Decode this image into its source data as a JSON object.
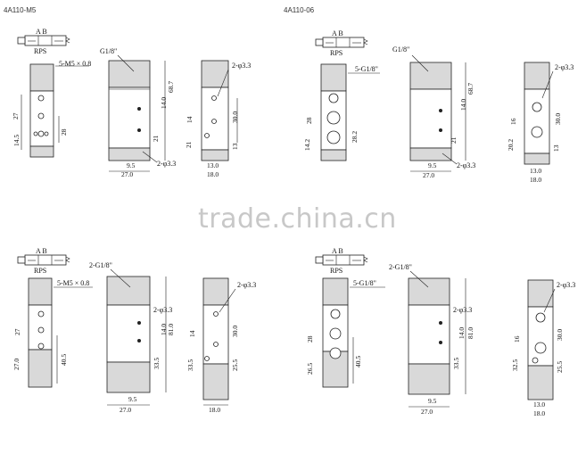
{
  "watermark": "trade.china.cn",
  "panels": [
    {
      "title": "4A110-M5",
      "symbol": {
        "ports_top": "A B",
        "ports_bottom": "RPS"
      },
      "port_callout": "5-M5 × 0.8",
      "side_callout": "G1/8\"",
      "mount_callout": "2-φ3.3",
      "mount_callout_bottom": "2-φ3.3",
      "front_dims": [
        "27",
        "14.5",
        "28"
      ],
      "side_dims": [
        "14.0",
        "68.7",
        "21",
        "9.5",
        "27.0"
      ],
      "end_dims": [
        "30.0",
        "14",
        "21",
        "13",
        "13.0",
        "18.0"
      ]
    },
    {
      "title": "4A110-06",
      "symbol": {
        "ports_top": "A B",
        "ports_bottom": "RPS"
      },
      "port_callout": "5-G1/8\"",
      "side_callout": "G1/8\"",
      "mount_callout": "2-φ3.3",
      "mount_callout_bottom": "2-φ3.3",
      "front_dims": [
        "28",
        "14.2",
        "28.2"
      ],
      "side_dims": [
        "14.0",
        "68.7",
        "21",
        "9.5",
        "27.0"
      ],
      "end_dims": [
        "30.0",
        "16",
        "20.2",
        "13",
        "13.0",
        "18.0"
      ]
    },
    {
      "title": "",
      "symbol": {
        "ports_top": "A B",
        "ports_bottom": "RPS"
      },
      "port_callout": "5-M5 × 0.8",
      "side_callout": "2-G1/8\"",
      "mount_callout": "2-φ3.3",
      "front_dims": [
        "27",
        "27.0",
        "40.5"
      ],
      "side_dims": [
        "14.0",
        "81.0",
        "33.5",
        "9.5",
        "27.0"
      ],
      "end_dims": [
        "30.0",
        "14",
        "33.5",
        "25.5",
        "18.0"
      ]
    },
    {
      "title": "",
      "symbol": {
        "ports_top": "A B",
        "ports_bottom": "RPS"
      },
      "port_callout": "5-G1/8\"",
      "side_callout": "2-G1/8\"",
      "mount_callout": "2-φ3.3",
      "front_dims": [
        "28",
        "26.5",
        "40.5"
      ],
      "side_dims": [
        "14.0",
        "81.0",
        "33.5",
        "9.5",
        "27.0"
      ],
      "end_dims": [
        "30.0",
        "16",
        "32.5",
        "25.5",
        "13.0",
        "18.0"
      ]
    }
  ]
}
